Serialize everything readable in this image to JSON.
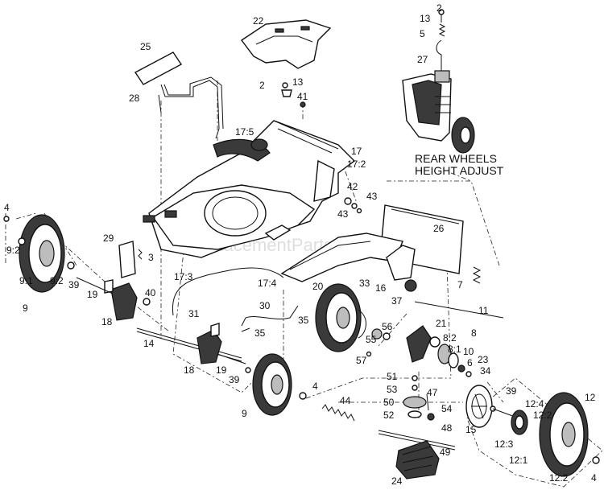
{
  "caption": {
    "line1": "REAR WHEELS",
    "line2": "HEIGHT ADJUST"
  },
  "watermark": "eReplacementParts.com",
  "labels": {
    "p2a": "2",
    "p13a": "13",
    "p5": "5",
    "p27": "27",
    "p22": "22",
    "p25": "25",
    "p28": "28",
    "p2b": "2",
    "p13b": "13",
    "p41": "41",
    "p17_5": "17:5",
    "p17": "17",
    "p17_2": "17:2",
    "p42": "42",
    "p43a": "43",
    "p43b": "43",
    "p26": "26",
    "p4a": "4",
    "p9_2a": "9:2",
    "p9_1": "9:1",
    "p9_2b": "9:2",
    "p9a": "9",
    "p39a": "39",
    "p29": "29",
    "p3": "3",
    "p19a": "19",
    "p40": "40",
    "p18a": "18",
    "p31": "31",
    "p17_3": "17:3",
    "p17_4": "17:4",
    "p20": "20",
    "p33": "33",
    "p16": "16",
    "p7": "7",
    "p37": "37",
    "p30": "30",
    "p35a": "35",
    "p35b": "35",
    "p11": "11",
    "p14": "14",
    "p18b": "18",
    "p19b": "19",
    "p39b": "39",
    "p55": "55",
    "p56": "56",
    "p57": "57",
    "p21": "21",
    "p8_2": "8:2",
    "p8": "8",
    "p8_1": "8:1",
    "p10": "10",
    "p6": "6",
    "p23": "23",
    "p34": "34",
    "p9b": "9",
    "p4b": "4",
    "p44": "44",
    "p51": "51",
    "p53": "53",
    "p47": "47",
    "p50": "50",
    "p54": "54",
    "p52": "52",
    "p48": "48",
    "p49": "49",
    "p24": "24",
    "p15": "15",
    "p39c": "39",
    "p12": "12",
    "p12_4": "12:4",
    "p12_2a": "12:2",
    "p12_3": "12:3",
    "p12_1": "12:1",
    "p12_2b": "12:2",
    "p4c": "4"
  }
}
